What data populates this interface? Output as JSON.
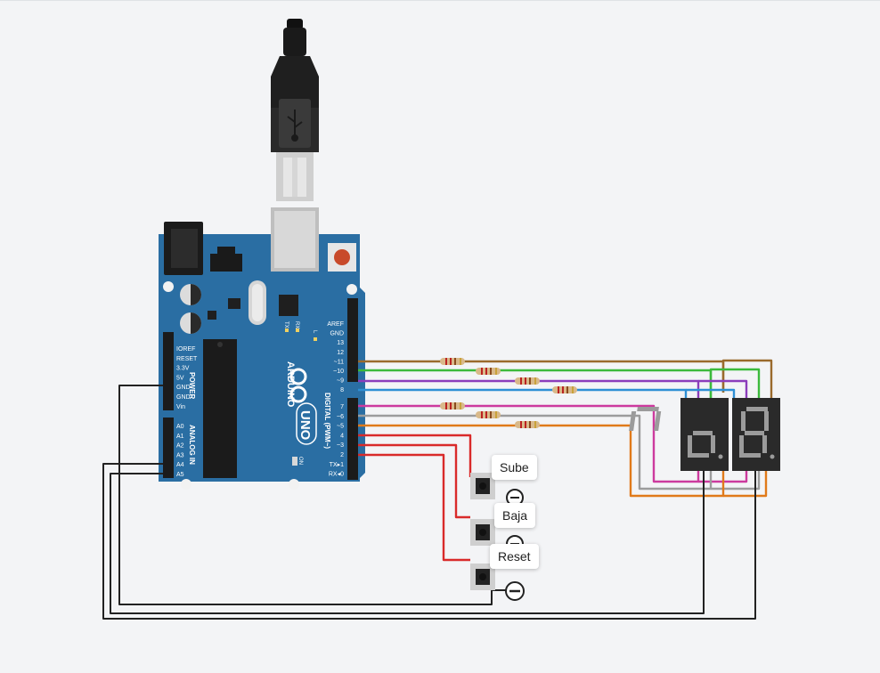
{
  "board": {
    "brand": "ARDUINO",
    "model": "UNO",
    "power_header_title": "POWER",
    "analog_header_title": "ANALOG IN",
    "digital_header_title": "DIGITAL (PWM~)",
    "led_labels": [
      "TX",
      "RX",
      "L",
      "ON"
    ],
    "power_pins": [
      "IOREF",
      "RESET",
      "3.3V",
      "5V",
      "GND",
      "GND",
      "Vin"
    ],
    "analog_pins": [
      "A0",
      "A1",
      "A2",
      "A3",
      "A4",
      "A5"
    ],
    "digital_pins_top": [
      "AREF",
      "GND",
      "13",
      "12",
      "~11",
      "~10",
      "~9",
      "8"
    ],
    "digital_pins_bottom": [
      "7",
      "~6",
      "~5",
      "4",
      "~3",
      "2",
      "TX▸1",
      "RX◂0"
    ]
  },
  "buttons": [
    {
      "label": "Sube"
    },
    {
      "label": "Baja"
    },
    {
      "label": "Reset"
    }
  ],
  "displays": [
    {
      "name": "display-left"
    },
    {
      "name": "display-right"
    }
  ],
  "colors": {
    "board": "#2a6ea3",
    "wire_brown": "#9a6a2c",
    "wire_green": "#3cba3c",
    "wire_purple": "#8b3dbb",
    "wire_blue": "#2e8fd4",
    "wire_pink": "#cc3a9e",
    "wire_gray": "#9c9c9c",
    "wire_orange": "#e07a1a",
    "wire_red": "#d92a2a",
    "wire_black": "#222222"
  }
}
